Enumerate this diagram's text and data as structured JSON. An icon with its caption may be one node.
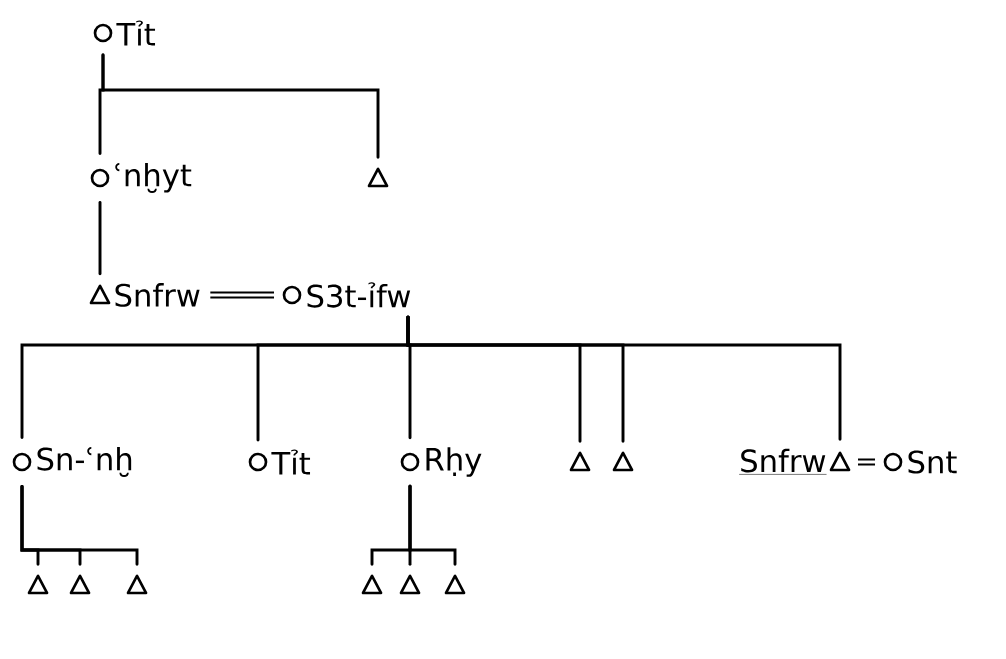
{
  "diagram": {
    "nodes": [
      {
        "text": [
          "Tỉt"
        ]
      },
      {
        "text": [
          "ʿnḫyt"
        ]
      },
      {
        "text": [],
        "shape": "triangle"
      },
      {
        "text": [
          "Snfrw"
        ]
      },
      {
        "text": [
          "S3t-ỉfw"
        ]
      },
      {
        "text": [
          "Sn-ʿnḫ"
        ]
      },
      {
        "text": [
          "Tỉt"
        ]
      },
      {
        "text": [
          "Rḥy"
        ]
      },
      {
        "text": [],
        "shape": "triangle"
      },
      {
        "text": [],
        "shape": "triangle"
      },
      {
        "text": [
          "Snfrw"
        ]
      },
      {
        "text": [
          "Snt"
        ]
      },
      {
        "text": [],
        "shape": "triangle"
      },
      {
        "text": [],
        "shape": "triangle"
      },
      {
        "text": [],
        "shape": "triangle"
      },
      {
        "text": [],
        "shape": "triangle"
      },
      {
        "text": [],
        "shape": "triangle"
      },
      {
        "text": [],
        "shape": "triangle"
      }
    ],
    "edges": [
      {
        "from": 0,
        "to": 1,
        "arrow": "none"
      },
      {
        "from": 0,
        "to": 2,
        "arrow": "none"
      },
      {
        "from": 1,
        "to": 3,
        "arrow": "none"
      },
      {
        "from": 3,
        "to": 4,
        "arrow": "none"
      },
      {
        "from": 4,
        "to": 5,
        "arrow": "none"
      },
      {
        "from": 4,
        "to": 6,
        "arrow": "none"
      },
      {
        "from": 4,
        "to": 7,
        "arrow": "none"
      },
      {
        "from": 4,
        "to": 8,
        "arrow": "none"
      },
      {
        "from": 4,
        "to": 9,
        "arrow": "none"
      },
      {
        "from": 4,
        "to": 10,
        "arrow": "none"
      },
      {
        "from": 10,
        "to": 11,
        "arrow": "none"
      },
      {
        "from": 5,
        "to": 12,
        "arrow": "none"
      },
      {
        "from": 5,
        "to": 13,
        "arrow": "none"
      },
      {
        "from": 5,
        "to": 14,
        "arrow": "none"
      },
      {
        "from": 7,
        "to": 15,
        "arrow": "none"
      },
      {
        "from": 7,
        "to": 16,
        "arrow": "none"
      },
      {
        "from": 7,
        "to": 17,
        "arrow": "none"
      }
    ]
  }
}
